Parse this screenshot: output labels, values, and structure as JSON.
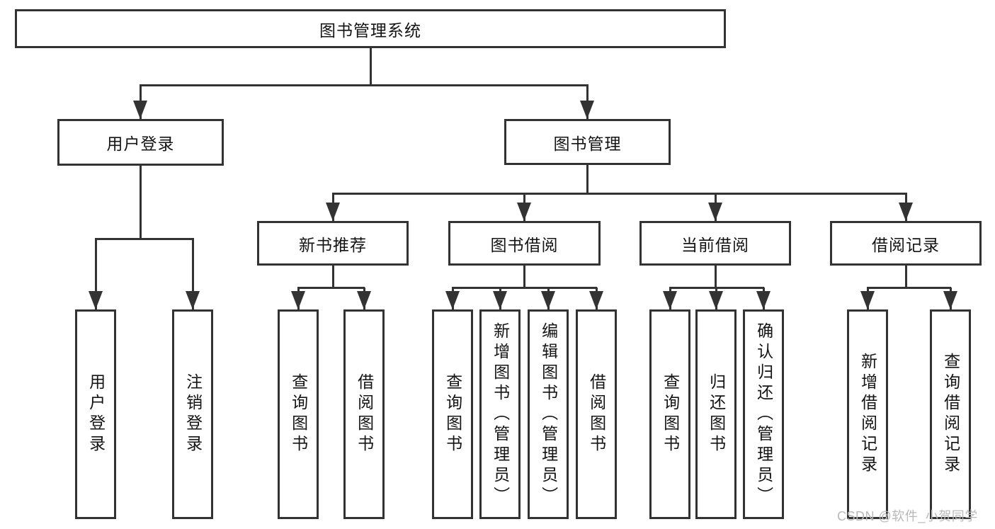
{
  "diagram": {
    "root": {
      "label": "图书管理系统",
      "children": [
        {
          "label": "用户登录",
          "children": [
            {
              "label": "用户登录"
            },
            {
              "label": "注销登录"
            }
          ]
        },
        {
          "label": "图书管理",
          "children": [
            {
              "label": "新书推荐",
              "children": [
                {
                  "label": "查询图书"
                },
                {
                  "label": "借阅图书"
                }
              ]
            },
            {
              "label": "图书借阅",
              "children": [
                {
                  "label": "查询图书"
                },
                {
                  "label": "新增图书（管理员）"
                },
                {
                  "label": "编辑图书（管理员）"
                },
                {
                  "label": "借阅图书"
                }
              ]
            },
            {
              "label": "当前借阅",
              "children": [
                {
                  "label": "查询图书"
                },
                {
                  "label": "归还图书"
                },
                {
                  "label": "确认归还（管理员）"
                }
              ]
            },
            {
              "label": "借阅记录",
              "children": [
                {
                  "label": "新增借阅记录"
                },
                {
                  "label": "查询借阅记录"
                }
              ]
            }
          ]
        }
      ]
    }
  },
  "watermark": {
    "text": "CSDN @软件_小贺同学"
  },
  "colors": {
    "line": "#333333",
    "text": "#141414",
    "watermark": "#b9b9b9",
    "background": "#ffffff"
  }
}
